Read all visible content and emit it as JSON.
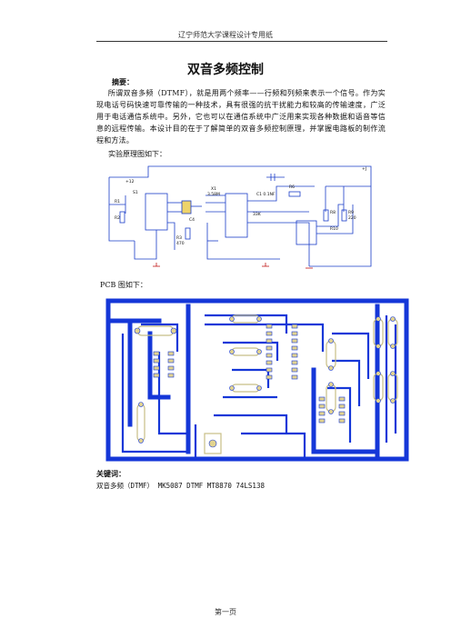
{
  "header": {
    "text": "辽宁师范大学课程设计专用纸"
  },
  "title": "双音多频控制",
  "abstract": {
    "label": "摘要：",
    "paragraph": "所谓双音多频（DTMF），就是用两个频率——行频和列频来表示一个信号。作为实现电话号码快速可靠传输的一种技术，具有很强的抗干扰能力和较高的传输速度，广泛用于电话通信系统中。另外，它也可以在通信系统中广泛用来实现各种数据和语音等信息的远程传输。本设计目的在于了解简单的双音多频控制原理，并掌握电路板的制作流程和方法。",
    "intro": "实验原理图如下："
  },
  "schematic": {
    "labels": [
      "+12",
      "R1",
      "R2",
      "S1",
      "R3",
      "470",
      "X1",
      "3.58M",
      "C1 0.1NF",
      "R6",
      "R8",
      "R9",
      "R10",
      "+J",
      "33K",
      "220",
      "C4"
    ]
  },
  "pcb": {
    "caption": "PCB 图如下："
  },
  "keywords": {
    "label": "关键词：",
    "text": "双音多频（DTMF） MK5087  DTMF  MT8870  74LS138"
  },
  "footer": {
    "page": "第一页"
  },
  "colors": {
    "wire": "#1a3cc8",
    "pcb_trace": "#1537d8",
    "pcb_pad": "#e8dca0",
    "pcb_silk": "#dcd6a8",
    "ground": "#c01818"
  }
}
